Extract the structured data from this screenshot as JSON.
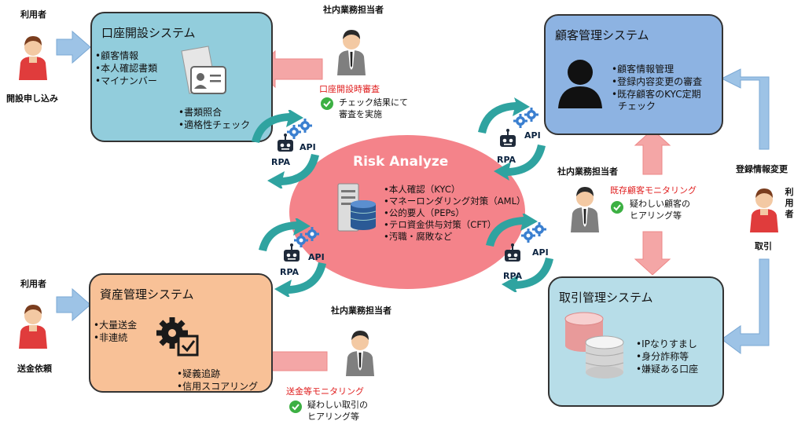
{
  "center": {
    "title": "Risk Analyze",
    "items": [
      "本人確認（KYC）",
      "マネーロンダリング対策（AML）",
      "公的要人（PEPs）",
      "テロ資金供与対策（CFT）",
      "汚職・腐敗など"
    ]
  },
  "account_system": {
    "title": "口座開設システム",
    "items_top": [
      "顧客情報",
      "本人確認書類",
      "マイナンバー"
    ],
    "items_bottom": [
      "書類照合",
      "適格性チェック"
    ]
  },
  "customer_system": {
    "title": "顧客管理システム",
    "items": [
      "顧客情報管理",
      "登録内容変更の審査",
      "既存顧客のKYC定期",
      "チェック"
    ]
  },
  "asset_system": {
    "title": "資産管理システム",
    "items_top": [
      "大量送金",
      "非連続"
    ],
    "items_bottom": [
      "疑義追跡",
      "信用スコアリング"
    ]
  },
  "trade_system": {
    "title": "取引管理システム",
    "items": [
      "IPなりすまし",
      "身分詐称等",
      "嫌疑ある口座"
    ]
  },
  "users": {
    "top_left": {
      "title": "利用者",
      "action": "開設申し込み"
    },
    "bottom_left": {
      "title": "利用者",
      "action": "送金依頼"
    },
    "right": {
      "title": "利用者",
      "chars": [
        "利",
        "用",
        "者"
      ],
      "top_label": "登録情報変更",
      "bottom_label": "取引"
    }
  },
  "staff": {
    "top": {
      "title": "社内業務担当者",
      "task": "口座開設時審査",
      "note": [
        "チェック結果にて",
        "審査を実施"
      ]
    },
    "middle": {
      "title": "社内業務担当者",
      "task": "既存顧客モニタリング",
      "note": [
        "疑わしい顧客の",
        "ヒアリング等"
      ]
    },
    "bottom": {
      "title": "社内業務担当者",
      "task": "送金等モニタリング",
      "note": [
        "疑わしい取引の",
        "ヒアリング等"
      ]
    }
  },
  "cycle_labels": {
    "api": "API",
    "rpa": "RPA"
  },
  "colors": {
    "account_bg": "#92cddc",
    "customer_bg": "#8db3e2",
    "asset_bg": "#f8c197",
    "trade_bg": "#b7dde8",
    "center_bg": "#f4838a",
    "arrow_pink": "#f4a6a6",
    "arrow_blue": "#9dc3e6",
    "teal": "#2fa3a0",
    "user_red": "#e03c3c",
    "staff_gray": "#7f7f7f",
    "task_red": "#e02020",
    "check_green": "#3cb043"
  }
}
